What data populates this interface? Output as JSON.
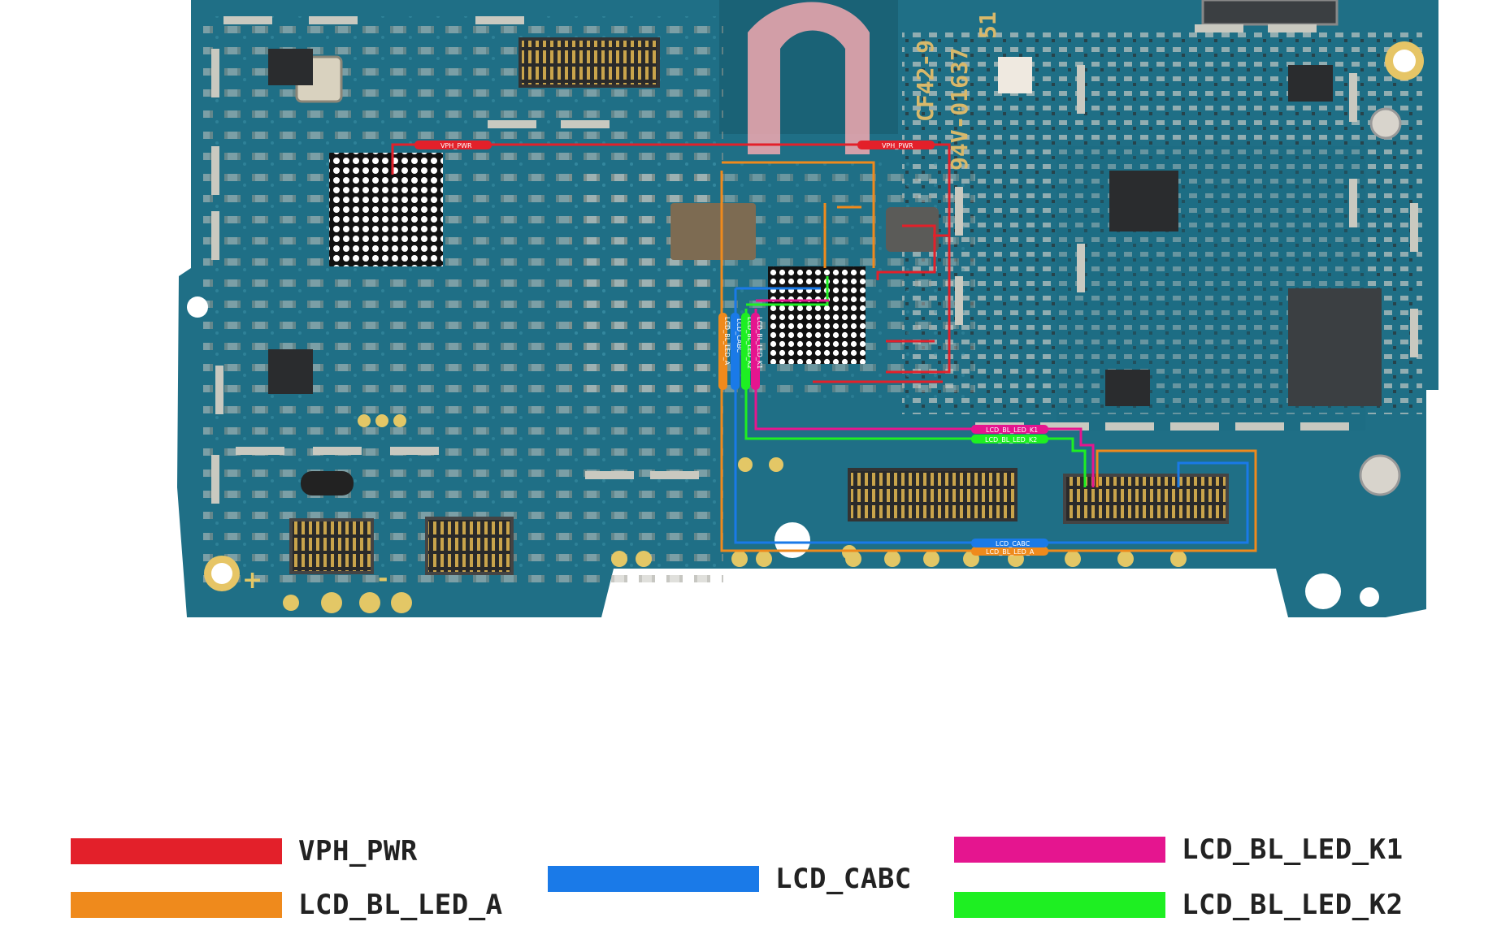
{
  "board": {
    "silkscreen": [
      "CF42-9",
      "94V-01637",
      "51"
    ],
    "connector_markers": [
      "+",
      "-"
    ]
  },
  "net_tags": {
    "vph_pwr_left": "VPH_PWR",
    "vph_pwr_right": "VPH_PWR",
    "lcd_bl_led_k1": "LCD_BL_LED_K1",
    "lcd_bl_led_k2": "LCD_BL_LED_K2",
    "lcd_cabc": "LCD_CABC",
    "lcd_bl_led_a": "LCD_BL_LED_A",
    "v_lcd_bl_led_a": "LCD_BL_LED_A",
    "v_lcd_cabc": "LCD_CABC",
    "v_lcd_bl_led_k2": "LCD_BL_LED_K2",
    "v_lcd_bl_led_k1": "LCD_BL_LED_K1"
  },
  "legend": [
    {
      "label": "VPH_PWR",
      "color": "#e3202a"
    },
    {
      "label": "LCD_BL_LED_A",
      "color": "#ef8a1c"
    },
    {
      "label": "LCD_CABC",
      "color": "#1a7ae8"
    },
    {
      "label": "LCD_BL_LED_K1",
      "color": "#e5158f"
    },
    {
      "label": "LCD_BL_LED_K2",
      "color": "#1eef22"
    }
  ],
  "colors": {
    "pcb": "#1f6f86",
    "pcb_dark": "#155566",
    "pad": "#d9c06a",
    "vph_pwr": "#e3202a",
    "lcd_bl_led_a": "#ef8a1c",
    "lcd_cabc": "#1a7ae8",
    "lcd_bl_led_k1": "#e5158f",
    "lcd_bl_led_k2": "#1eef22"
  }
}
